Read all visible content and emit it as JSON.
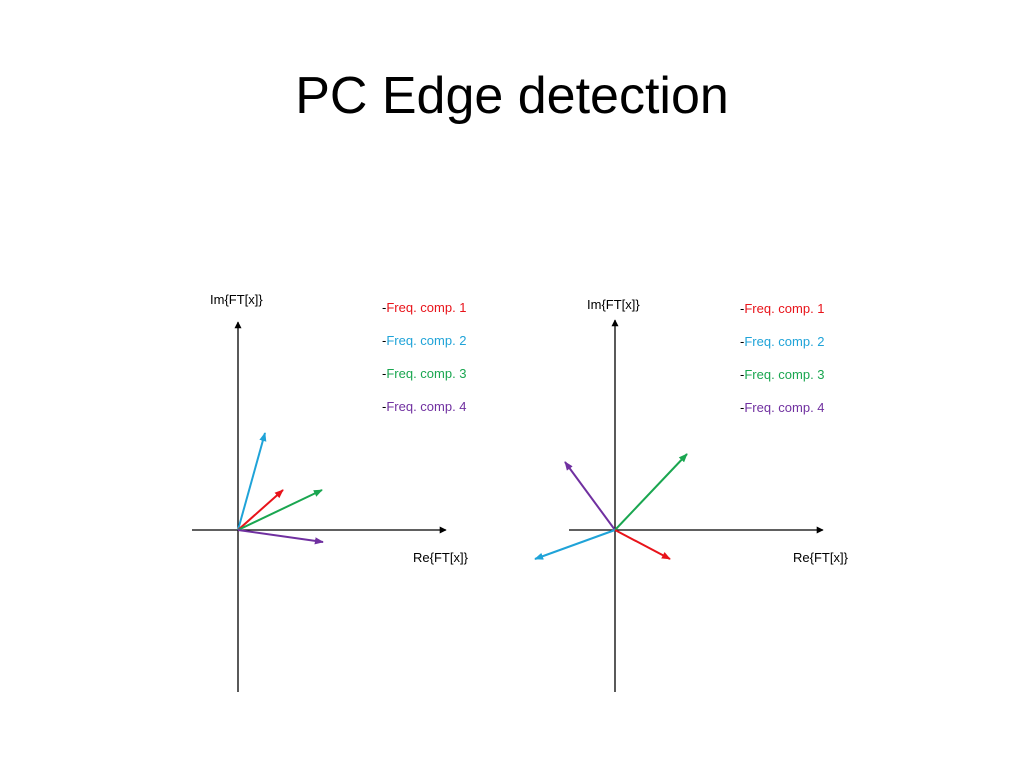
{
  "slide": {
    "title": "PC Edge detection"
  },
  "colors": {
    "freq1": "#e8131a",
    "freq2": "#1fa3d8",
    "freq3": "#1aa650",
    "freq4": "#7030a0"
  },
  "diagrams": [
    {
      "y_axis_label": "Im{FT[x]}",
      "x_axis_label": "Re{FT[x]}",
      "legend": [
        {
          "dash": "-",
          "label": "Freq. comp. 1",
          "color": "#e8131a"
        },
        {
          "dash": "-",
          "label": "Freq. comp. 2",
          "color": "#1fa3d8"
        },
        {
          "dash": "-",
          "label": "Freq. comp. 3",
          "color": "#1aa650"
        },
        {
          "dash": "-",
          "label": "Freq. comp. 4",
          "color": "#7030a0"
        }
      ]
    },
    {
      "y_axis_label": "Im{FT[x]}",
      "x_axis_label": "Re{FT[x]}",
      "legend": [
        {
          "dash": "-",
          "label": "Freq. comp. 1",
          "color": "#e8131a"
        },
        {
          "dash": "-",
          "label": "Freq. comp. 2",
          "color": "#1fa3d8"
        },
        {
          "dash": "-",
          "label": "Freq. comp. 3",
          "color": "#1aa650"
        },
        {
          "dash": "-",
          "label": "Freq. comp. 4",
          "color": "#7030a0"
        }
      ]
    }
  ]
}
